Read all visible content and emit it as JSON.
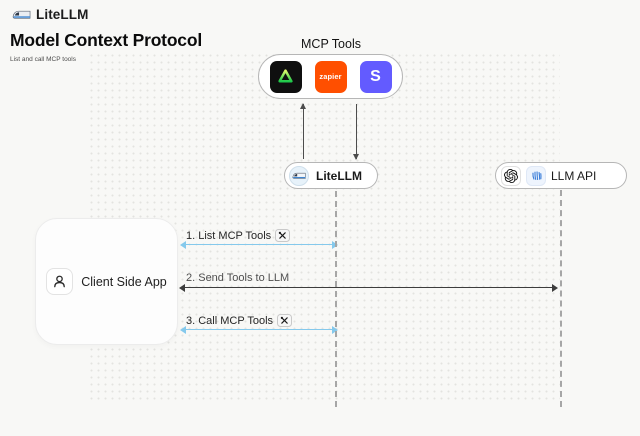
{
  "header": {
    "brand": "LiteLLM",
    "title": "Model Context Protocol",
    "subtitle": "List and call MCP tools"
  },
  "mcp_tools": {
    "label": "MCP Tools",
    "tools": [
      {
        "name": "gumloop-icon",
        "color": "#0F0F0F"
      },
      {
        "name": "zapier-icon",
        "label": "zapier",
        "color": "#FF4F00"
      },
      {
        "name": "stripe-icon",
        "label": "S",
        "color": "#635BFF"
      }
    ]
  },
  "nodes": {
    "litellm": {
      "label": "LiteLLM"
    },
    "llm_api": {
      "label": "LLM API"
    },
    "client_app": {
      "label": "Client Side App"
    }
  },
  "messages": [
    {
      "step": "1. List MCP Tools",
      "tools_icon": true
    },
    {
      "step": "2. Send Tools to LLM",
      "tools_icon": false
    },
    {
      "step": "3. Call MCP Tools",
      "tools_icon": true
    }
  ],
  "colors": {
    "background": "#F8F8F6",
    "mcp_arrow_blue": "#85C9EC",
    "llm_arrow_dark": "#3D3D3D",
    "zapier_orange": "#FF4F00",
    "stripe_purple": "#635BFF"
  }
}
